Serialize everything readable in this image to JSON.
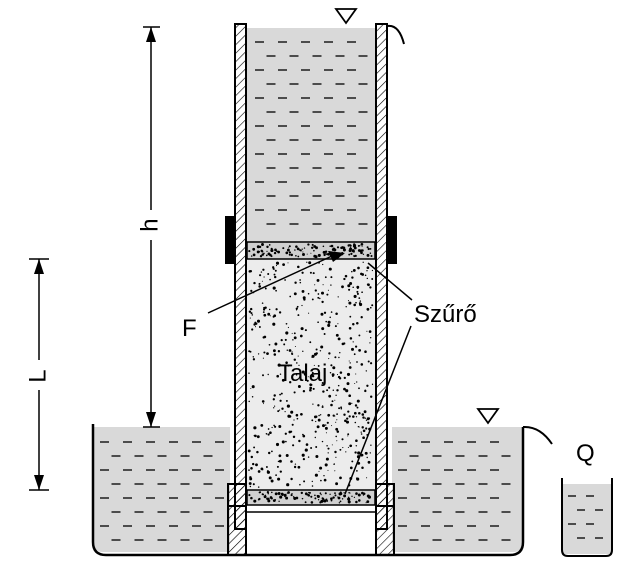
{
  "labels": {
    "h": "h",
    "L": "L",
    "F": "F",
    "Q": "Q",
    "soil": "Talaj",
    "filter": "Szűrő"
  },
  "colors": {
    "water": "#d9d9d9",
    "soil": "#ececec",
    "filter": "#d0d0d0",
    "line": "#000000",
    "wall": "#ffffff"
  },
  "icons": [
    "water-level-triangle-icon",
    "soil-speckle-pattern",
    "water-dash-pattern",
    "wall-hatch-pattern"
  ]
}
